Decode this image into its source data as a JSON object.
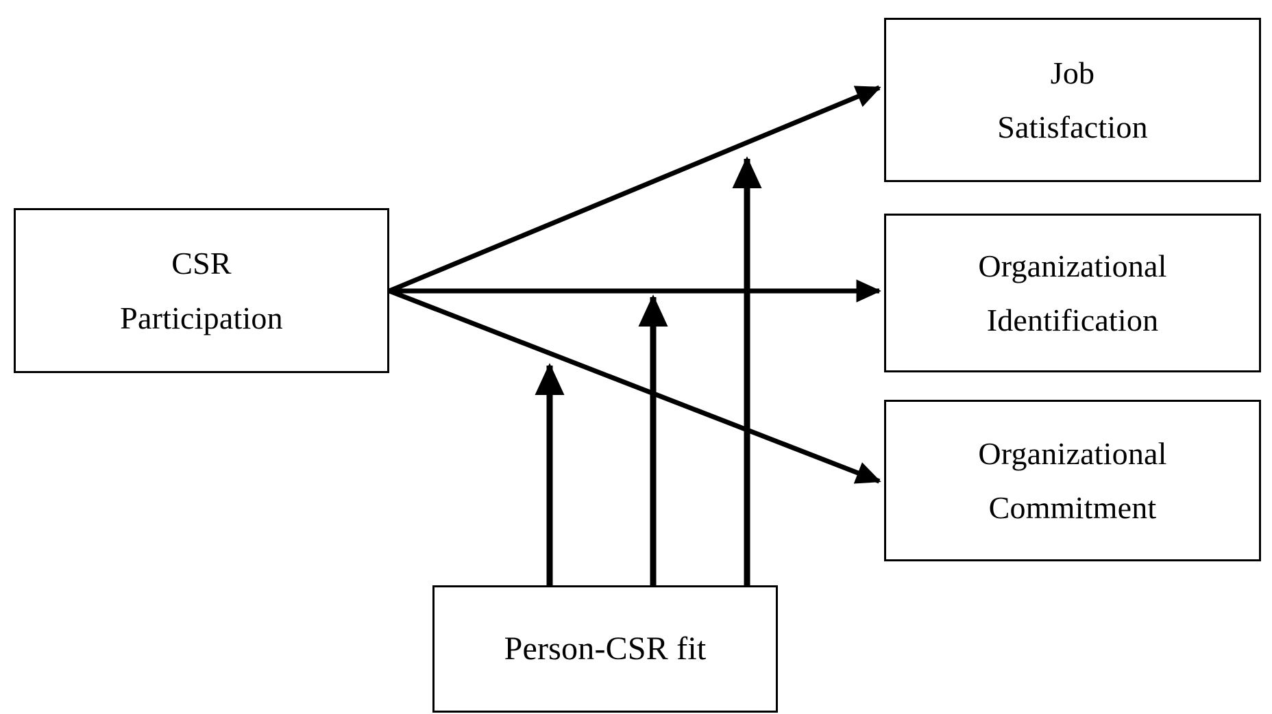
{
  "diagram": {
    "title": "CSR Participation research model",
    "type": "path-model",
    "stroke_color": "#000000",
    "background_color": "#ffffff",
    "nodes": [
      {
        "id": "csr_participation",
        "lines": [
          "CSR",
          "Participation"
        ],
        "role": "independent-variable"
      },
      {
        "id": "job_satisfaction",
        "lines": [
          "Job",
          "Satisfaction"
        ],
        "role": "outcome"
      },
      {
        "id": "organizational_identification",
        "lines": [
          "Organizational",
          "Identification"
        ],
        "role": "outcome"
      },
      {
        "id": "organizational_commitment",
        "lines": [
          "Organizational",
          "Commitment"
        ],
        "role": "outcome"
      },
      {
        "id": "person_csr_fit",
        "lines": [
          "Person-CSR fit"
        ],
        "role": "moderator"
      }
    ],
    "edges": [
      {
        "from": "csr_participation",
        "to": "job_satisfaction",
        "style": "solid-arrow"
      },
      {
        "from": "csr_participation",
        "to": "organizational_identification",
        "style": "solid-arrow"
      },
      {
        "from": "csr_participation",
        "to": "organizational_commitment",
        "style": "solid-arrow"
      },
      {
        "from": "person_csr_fit",
        "to": "edge-csr-to-job-satisfaction",
        "style": "solid-arrow-moderation"
      },
      {
        "from": "person_csr_fit",
        "to": "edge-csr-to-organizational-identification",
        "style": "solid-arrow-moderation"
      },
      {
        "from": "person_csr_fit",
        "to": "edge-csr-to-organizational-commitment",
        "style": "solid-arrow-moderation"
      }
    ]
  }
}
